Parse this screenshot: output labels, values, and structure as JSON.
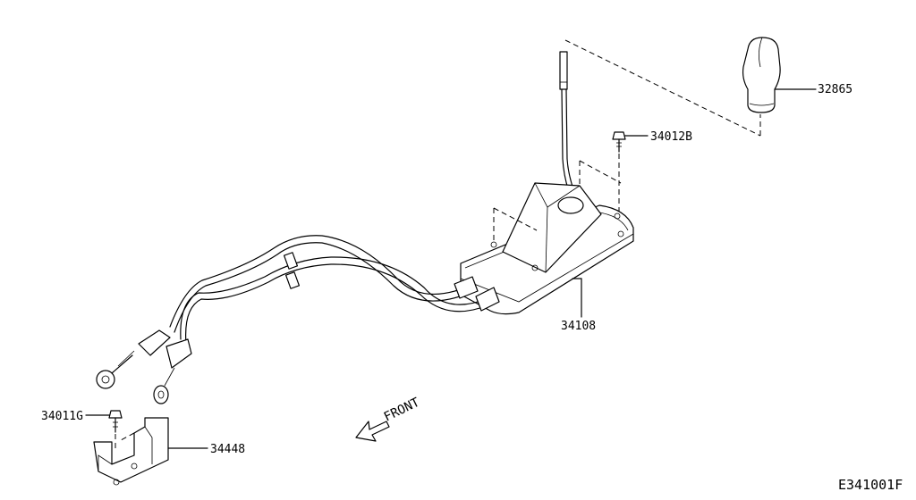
{
  "parts": {
    "knob": "32865",
    "bolt_top": "34012B",
    "shifter_assembly": "34108",
    "bolt_bracket": "34011G",
    "bracket": "34448"
  },
  "direction_label": "FRONT",
  "diagram_code": "E341001F"
}
